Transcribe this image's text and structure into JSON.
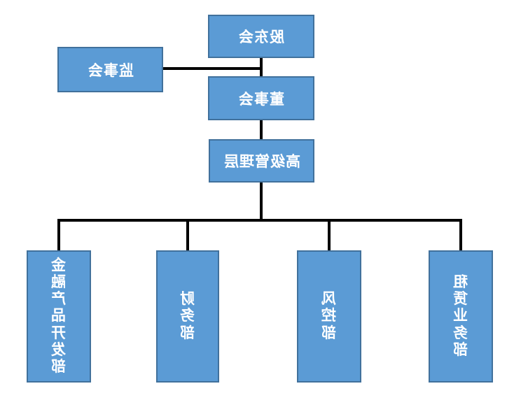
{
  "diagram": {
    "type": "org-chart",
    "mirrored": true,
    "colors": {
      "background": "#ffffff",
      "box_fill": "#5b9bd5",
      "box_border": "#41719c",
      "box_text": "#ffffff",
      "line": "#000000"
    },
    "nodes": {
      "shareholders": {
        "label": "股东会"
      },
      "supervisors": {
        "label": "监事会"
      },
      "board": {
        "label": "董事会"
      },
      "senior_management": {
        "label": "高级管理层"
      },
      "financial_product_dev": {
        "label": "金融产品开发部"
      },
      "finance": {
        "label": "财务部"
      },
      "risk_control": {
        "label": "风控部"
      },
      "leasing_business": {
        "label": "租赁业务部"
      }
    }
  }
}
